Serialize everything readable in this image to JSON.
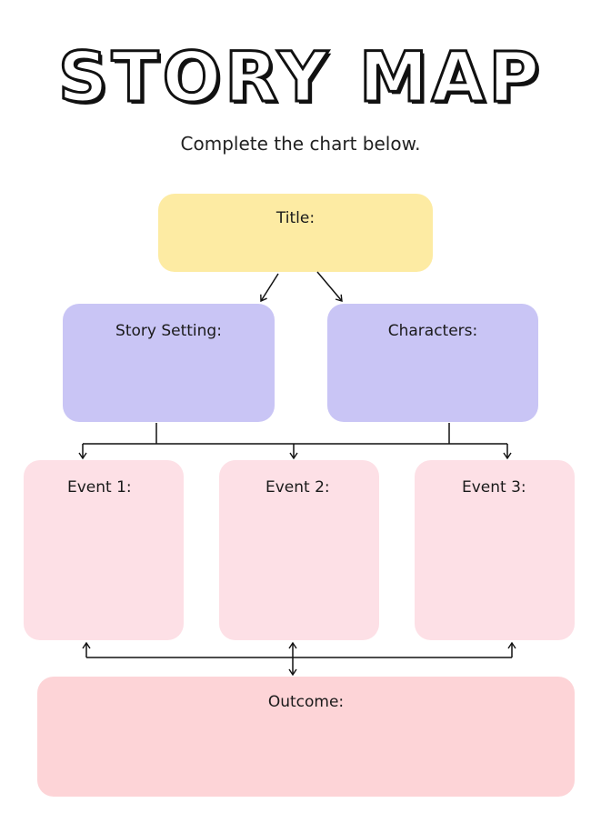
{
  "header": {
    "title": "STORY MAP",
    "subtitle": "Complete the chart below."
  },
  "boxes": {
    "title_label": "Title:",
    "setting_label": "Story Setting:",
    "characters_label": "Characters:",
    "event1_label": "Event 1:",
    "event2_label": "Event 2:",
    "event3_label": "Event 3:",
    "outcome_label": "Outcome:"
  },
  "colors": {
    "title_box": "#fdeba3",
    "setting_box": "#c9c5f5",
    "characters_box": "#c9c5f5",
    "event_box": "#fde0e6",
    "outcome_box": "#fdd4d7"
  }
}
